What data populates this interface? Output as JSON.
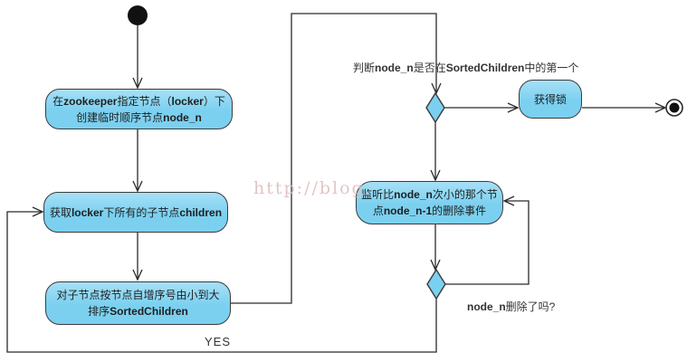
{
  "diagram": {
    "watermark": "http://blog.",
    "colors": {
      "node_fill": "#7bd0f0",
      "node_fill_light": "#a6e0f6",
      "node_border": "#3b3b3b",
      "connector": "#2b2b2b",
      "text": "#1f1f1f",
      "label_color": "#333333",
      "watermark_color": "#dcbcbc"
    },
    "nodes": {
      "create_node": {
        "lines": [
          [
            {
              "t": "在"
            },
            {
              "t": "zookeeper",
              "b": true
            },
            {
              "t": "指定节点（"
            },
            {
              "t": "locker",
              "b": true
            },
            {
              "t": "）下"
            }
          ],
          [
            {
              "t": "创建临时顺序节点"
            },
            {
              "t": "node_n",
              "b": true
            }
          ]
        ]
      },
      "get_children": {
        "lines": [
          [
            {
              "t": "获取"
            },
            {
              "t": "locker",
              "b": true
            },
            {
              "t": "下所有的子节点"
            },
            {
              "t": "children",
              "b": true
            }
          ]
        ]
      },
      "sort_children": {
        "lines": [
          [
            {
              "t": "对子节点按节点自增序号由小到大"
            }
          ],
          [
            {
              "t": "排序"
            },
            {
              "t": "SortedChildren",
              "b": true
            }
          ]
        ]
      },
      "acquire_lock": {
        "lines": [
          [
            {
              "t": "获得锁"
            }
          ]
        ]
      },
      "watch_prev_node": {
        "lines": [
          [
            {
              "t": "监听比"
            },
            {
              "t": "node_n",
              "b": true
            },
            {
              "t": "次小的那个节"
            }
          ],
          [
            {
              "t": "点"
            },
            {
              "t": "node_n-1",
              "b": true
            },
            {
              "t": "的删除事件"
            }
          ]
        ]
      }
    },
    "labels": {
      "is_first_decision": [
        [
          {
            "t": "判断"
          },
          {
            "t": "node_n",
            "b": true
          },
          {
            "t": "是否在"
          },
          {
            "t": "SortedChildren",
            "b": true
          },
          {
            "t": "中的第一个"
          }
        ]
      ],
      "node_deleted_decision": [
        [
          {
            "t": "node_n",
            "b": true
          },
          {
            "t": "删除了吗?"
          }
        ]
      ],
      "yes": "YES"
    }
  }
}
